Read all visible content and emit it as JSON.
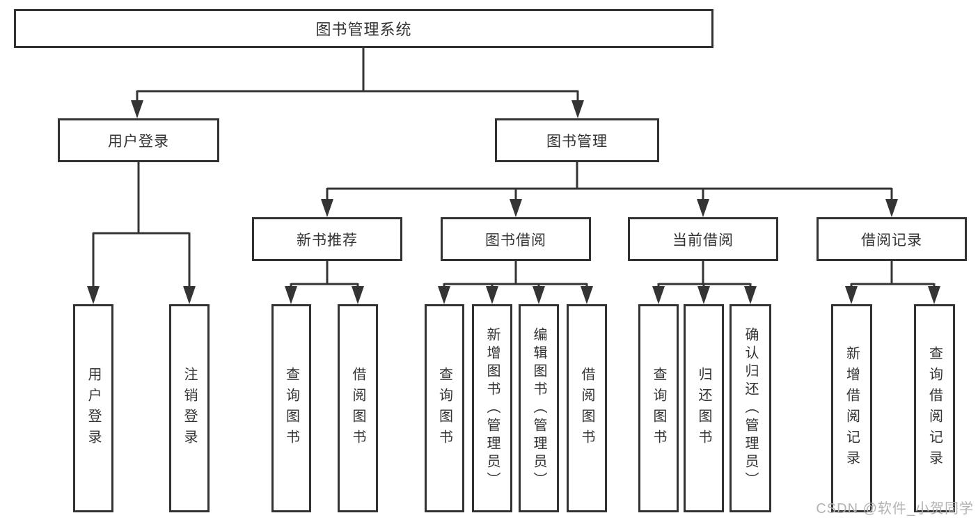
{
  "diagram": {
    "root": {
      "label": "图书管理系统"
    },
    "level2": [
      {
        "label": "用户登录",
        "parent": "图书管理系统"
      },
      {
        "label": "图书管理",
        "parent": "图书管理系统"
      }
    ],
    "level3": [
      {
        "label": "新书推荐",
        "parent": "图书管理"
      },
      {
        "label": "图书借阅",
        "parent": "图书管理"
      },
      {
        "label": "当前借阅",
        "parent": "图书管理"
      },
      {
        "label": "借阅记录",
        "parent": "图书管理"
      }
    ],
    "leaves": [
      {
        "label": "用户登录",
        "parent": "用户登录"
      },
      {
        "label": "注销登录",
        "parent": "用户登录"
      },
      {
        "label": "查询图书",
        "parent": "新书推荐"
      },
      {
        "label": "借阅图书",
        "parent": "新书推荐"
      },
      {
        "label": "查询图书",
        "parent": "图书借阅"
      },
      {
        "label": "新增图书（管理员）",
        "parent": "图书借阅"
      },
      {
        "label": "编辑图书（管理员）",
        "parent": "图书借阅"
      },
      {
        "label": "借阅图书",
        "parent": "图书借阅"
      },
      {
        "label": "查询图书",
        "parent": "当前借阅"
      },
      {
        "label": "归还图书",
        "parent": "当前借阅"
      },
      {
        "label": "确认归还（管理员）",
        "parent": "当前借阅"
      },
      {
        "label": "新增借阅记录",
        "parent": "借阅记录"
      },
      {
        "label": "查询借阅记录",
        "parent": "借阅记录"
      }
    ]
  },
  "watermark": {
    "text": "CSDN @软件_小贺同学"
  },
  "colors": {
    "line": "#343434",
    "box_border": "#323232",
    "text": "#333333",
    "watermark": "#b3b3b3",
    "background": "#ffffff"
  }
}
